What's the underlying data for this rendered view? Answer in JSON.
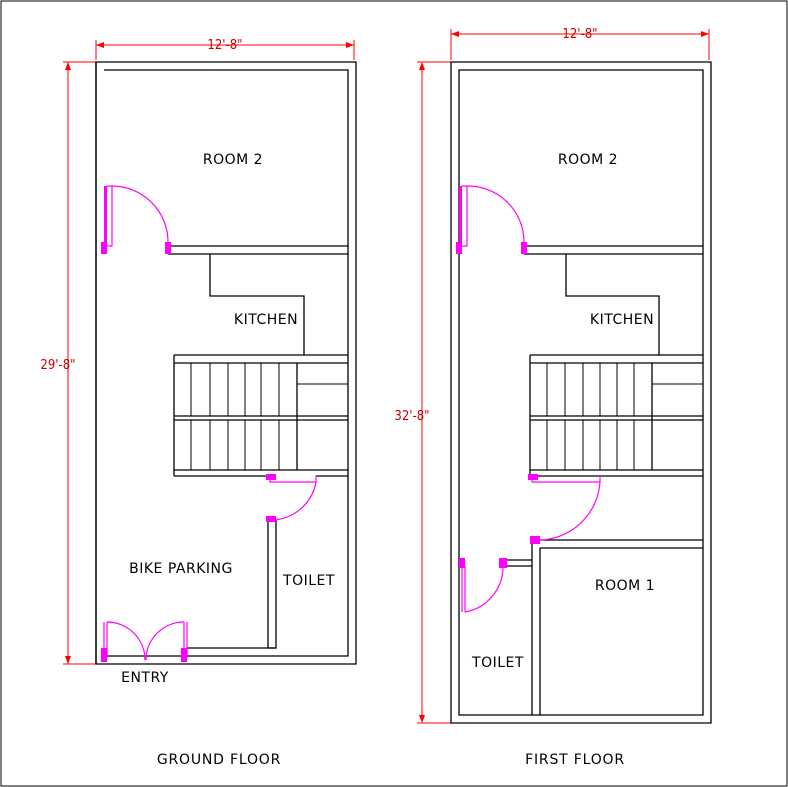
{
  "ground_floor": {
    "caption": "GROUND FLOOR",
    "width_dim": "12'-8\"",
    "height_dim": "29'-8\"",
    "rooms": {
      "room2": "ROOM 2",
      "kitchen": "KITCHEN",
      "bike_parking": "BIKE PARKING",
      "toilet": "TOILET",
      "entry": "ENTRY"
    }
  },
  "first_floor": {
    "caption": "FIRST FLOOR",
    "width_dim": "12'-8\"",
    "height_dim": "32'-8\"",
    "rooms": {
      "room2": "ROOM 2",
      "kitchen": "KITCHEN",
      "room1": "ROOM 1",
      "toilet": "TOILET"
    }
  },
  "colors": {
    "walls": "#000000",
    "doors": "#ff00ff",
    "dimensions": "#ff0000"
  }
}
